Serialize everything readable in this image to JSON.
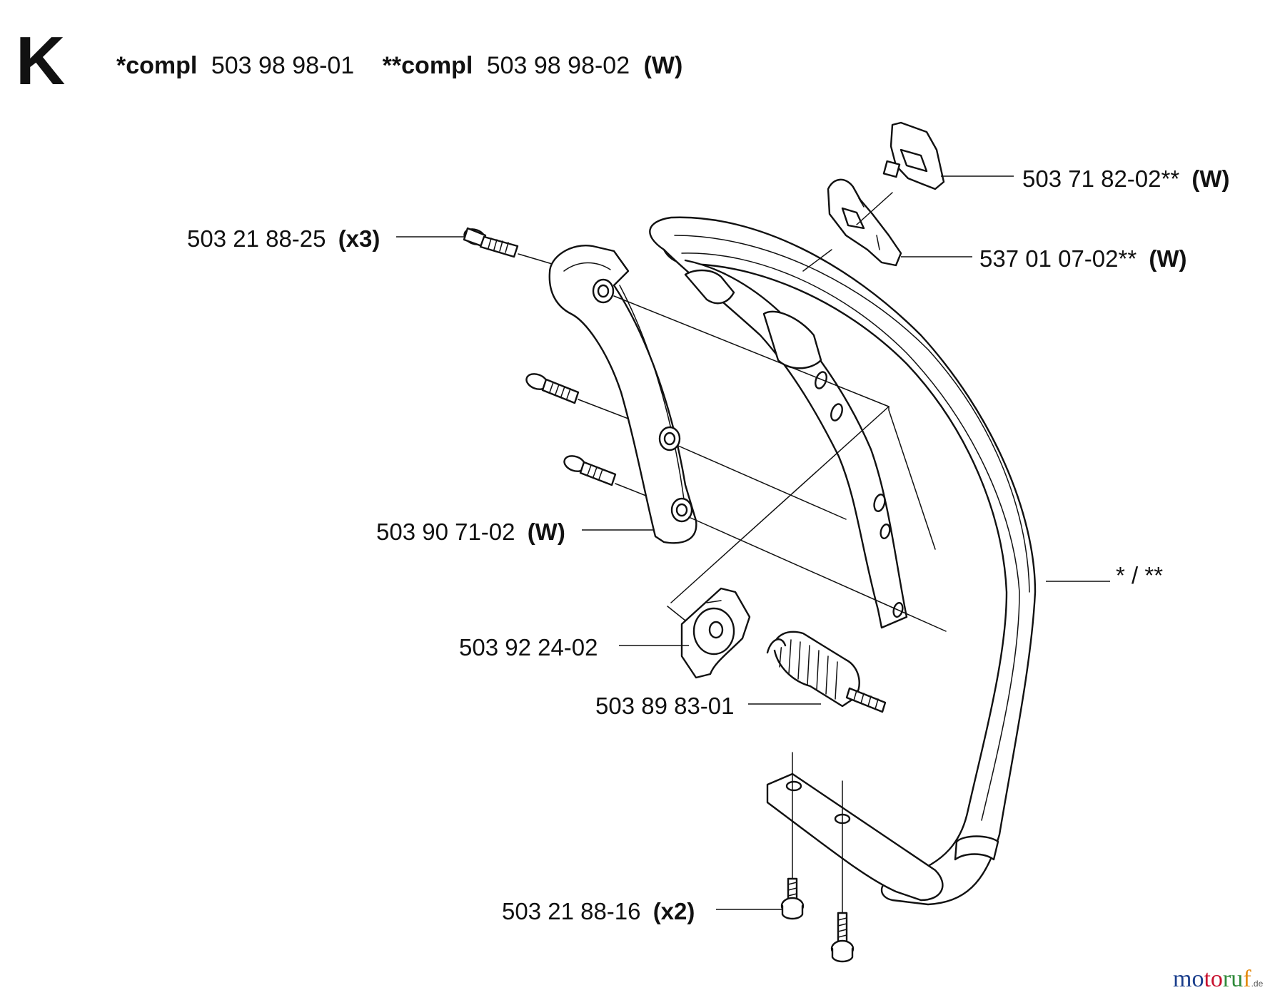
{
  "section_letter": "K",
  "header": {
    "compl1_prefix": "*compl",
    "compl1_number": "503 98 98-01",
    "compl2_prefix": "**compl",
    "compl2_number": "503 98 98-02",
    "compl2_suffix": "(W)"
  },
  "callouts": {
    "switch": {
      "number": "503 71 82-02**",
      "suffix": "(W)"
    },
    "switch_holder": {
      "number": "537 01 07-02**",
      "suffix": "(W)"
    },
    "screw_x3": {
      "number": "503 21 88-25",
      "suffix": "(x3)"
    },
    "bracket": {
      "number": "503 90 71-02",
      "suffix": "(W)"
    },
    "handlebar": {
      "number": "* / **"
    },
    "plate": {
      "number": "503 92 24-02"
    },
    "spring": {
      "number": "503 89 83-01"
    },
    "screw_x2": {
      "number": "503 21 88-16",
      "suffix": "(x2)"
    }
  },
  "watermark": {
    "m": "mo",
    "t": "to",
    "r": "ru",
    "f": "f",
    "tld": ".de"
  }
}
